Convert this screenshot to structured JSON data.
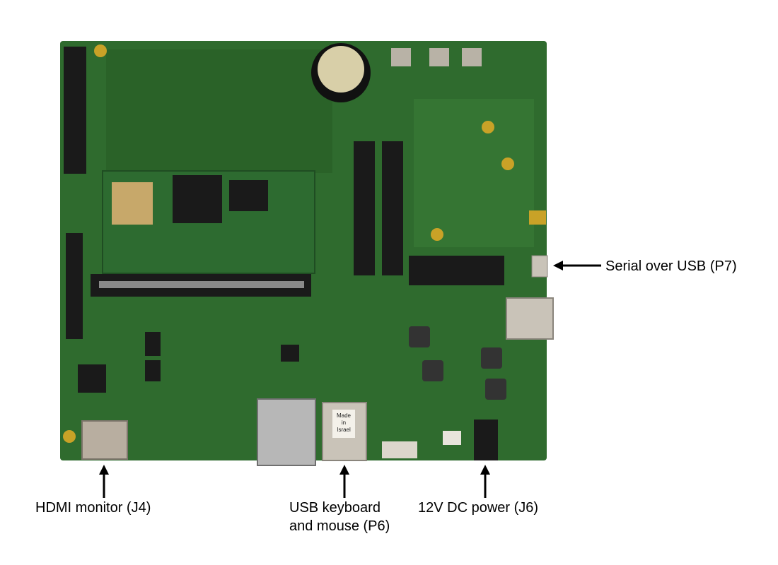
{
  "labels": {
    "serial_usb": "Serial over USB (P7)",
    "hdmi": "HDMI monitor (J4)",
    "usb_keyboard_line1": "USB keyboard",
    "usb_keyboard_line2": "and mouse (P6)",
    "dc_power": "12V DC power (J6)"
  },
  "board_markings": {
    "usb_connector_text_1": "Made",
    "usb_connector_text_2": "in",
    "usb_connector_text_3": "Israel"
  },
  "colors": {
    "pcb": "#2f6b2e",
    "pcb_dark": "#1f4d22",
    "connector_black": "#1a1a1a",
    "metal": "#c9c3b8",
    "gold": "#c9a227",
    "arrow": "#000000"
  }
}
